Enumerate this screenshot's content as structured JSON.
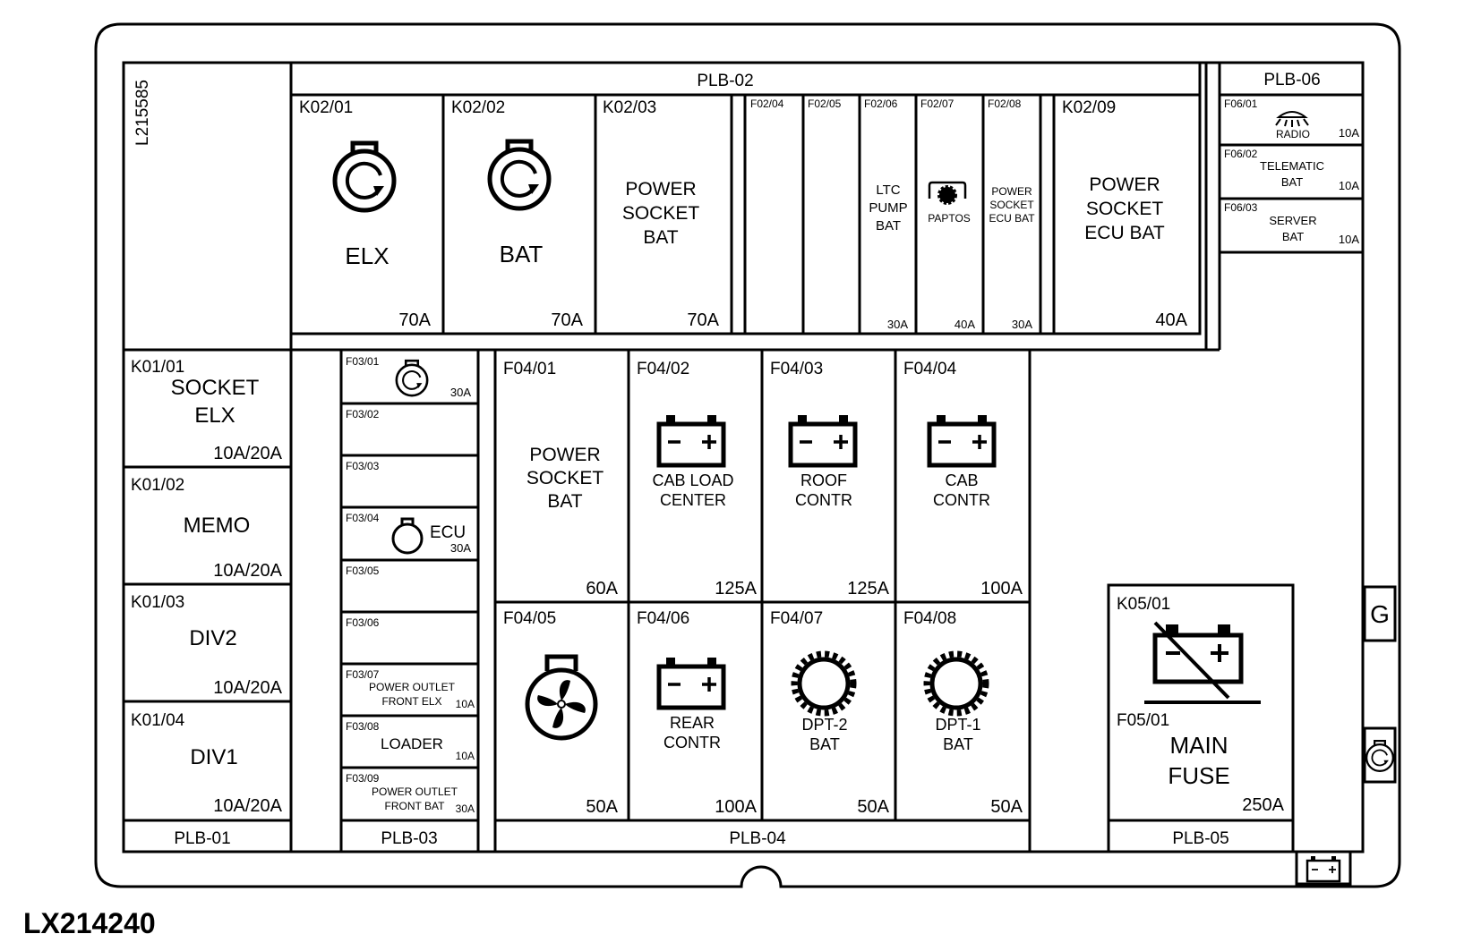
{
  "doc_id": "LX214240",
  "side_code": "L215585",
  "ground_symbol": "G",
  "accent": "#000000",
  "icon_names": [
    "relay-icon",
    "battery-icon",
    "fan-motor-icon",
    "gear-icon",
    "dome-lamp-icon",
    "battery-disconnect-icon"
  ],
  "blocks": {
    "plb01": {
      "label": "PLB-01",
      "slots": [
        {
          "id": "K01/01",
          "l1": "SOCKET",
          "l2": "ELX",
          "rating": "10A/20A"
        },
        {
          "id": "K01/02",
          "l1": "MEMO",
          "l2": "",
          "rating": "10A/20A"
        },
        {
          "id": "K01/03",
          "l1": "DIV2",
          "l2": "",
          "rating": "10A/20A"
        },
        {
          "id": "K01/04",
          "l1": "DIV1",
          "l2": "",
          "rating": "10A/20A"
        }
      ]
    },
    "plb02": {
      "label": "PLB-02",
      "slots": [
        {
          "id": "K02/01",
          "name": "ELX",
          "rating": "70A"
        },
        {
          "id": "K02/02",
          "name": "BAT",
          "rating": "70A"
        },
        {
          "id": "K02/03",
          "l1": "POWER",
          "l2": "SOCKET",
          "l3": "BAT",
          "rating": "70A"
        },
        {
          "id": "F02/04",
          "l1": "",
          "rating": ""
        },
        {
          "id": "F02/05",
          "l1": "",
          "rating": ""
        },
        {
          "id": "F02/06",
          "l1": "LTC",
          "l2": "PUMP",
          "l3": "BAT",
          "rating": "30A"
        },
        {
          "id": "F02/07",
          "l1": "PAPTOS",
          "rating": "40A"
        },
        {
          "id": "F02/08",
          "l1": "POWER",
          "l2": "SOCKET",
          "l3": "ECU BAT",
          "rating": "30A"
        },
        {
          "id": "K02/09",
          "l1": "POWER",
          "l2": "SOCKET",
          "l3": "ECU BAT",
          "rating": "40A"
        }
      ]
    },
    "plb03": {
      "label": "PLB-03",
      "slots": [
        {
          "id": "F03/01",
          "l1": "",
          "l2": "",
          "rating": "30A"
        },
        {
          "id": "F03/02",
          "l1": "",
          "l2": "",
          "rating": ""
        },
        {
          "id": "F03/03",
          "l1": "",
          "l2": "",
          "rating": ""
        },
        {
          "id": "F03/04",
          "l1": "ECU",
          "l2": "",
          "rating": "30A"
        },
        {
          "id": "F03/05",
          "l1": "",
          "l2": "",
          "rating": ""
        },
        {
          "id": "F03/06",
          "l1": "",
          "l2": "",
          "rating": ""
        },
        {
          "id": "F03/07",
          "l1": "POWER OUTLET",
          "l2": "FRONT ELX",
          "rating": "10A"
        },
        {
          "id": "F03/08",
          "l1": "LOADER",
          "l2": "",
          "rating": "10A"
        },
        {
          "id": "F03/09",
          "l1": "POWER OUTLET",
          "l2": "FRONT BAT",
          "rating": "30A"
        }
      ]
    },
    "plb04": {
      "label": "PLB-04",
      "slots": [
        {
          "id": "F04/01",
          "l1": "POWER",
          "l2": "SOCKET",
          "l3": "BAT",
          "rating": "60A"
        },
        {
          "id": "F04/02",
          "l1": "CAB LOAD",
          "l2": "CENTER",
          "rating": "125A"
        },
        {
          "id": "F04/03",
          "l1": "ROOF",
          "l2": "CONTR",
          "rating": "125A"
        },
        {
          "id": "F04/04",
          "l1": "CAB",
          "l2": "CONTR",
          "rating": "100A"
        },
        {
          "id": "F04/05",
          "l1": "",
          "l2": "",
          "rating": "50A"
        },
        {
          "id": "F04/06",
          "l1": "REAR",
          "l2": "CONTR",
          "rating": "100A"
        },
        {
          "id": "F04/07",
          "l1": "DPT-2",
          "l2": "BAT",
          "rating": "50A"
        },
        {
          "id": "F04/08",
          "l1": "DPT-1",
          "l2": "BAT",
          "rating": "50A"
        }
      ]
    },
    "plb05": {
      "label": "PLB-05",
      "relay": "K05/01",
      "fuse": "F05/01",
      "l1": "MAIN",
      "l2": "FUSE",
      "rating": "250A"
    },
    "plb06": {
      "label": "PLB-06",
      "slots": [
        {
          "id": "F06/01",
          "l1": "RADIO",
          "l2": "",
          "rating": "10A"
        },
        {
          "id": "F06/02",
          "l1": "TELEMATIC",
          "l2": "BAT",
          "rating": "10A"
        },
        {
          "id": "F06/03",
          "l1": "SERVER",
          "l2": "BAT",
          "rating": "10A"
        }
      ]
    }
  }
}
